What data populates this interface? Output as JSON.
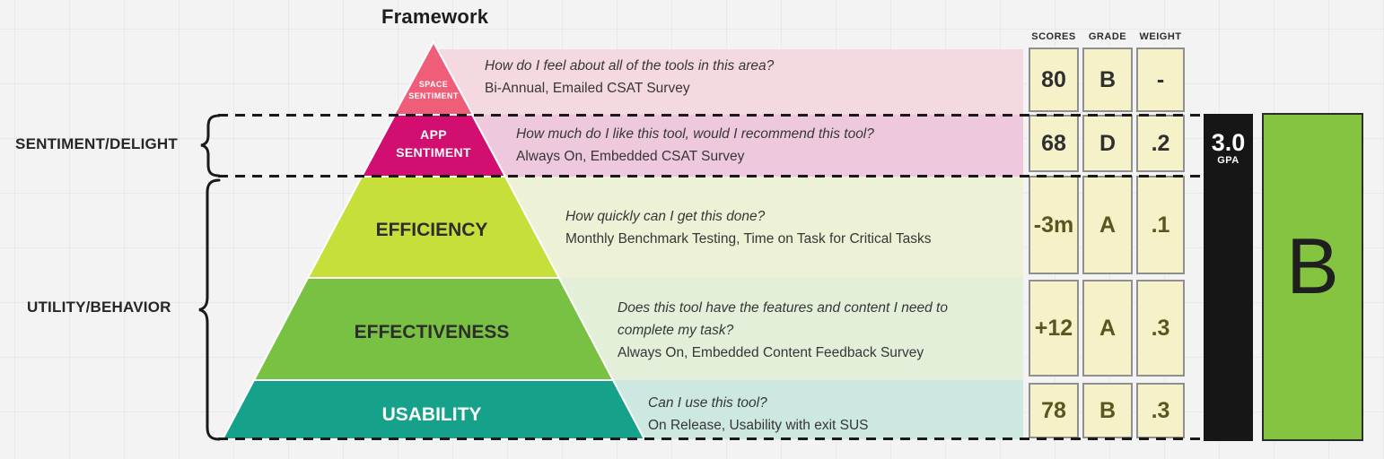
{
  "title": "Framework",
  "sections": [
    {
      "label": "SENTIMENT/DELIGHT"
    },
    {
      "label": "UTILITY/BEHAVIOR"
    }
  ],
  "pyramid": {
    "levels": [
      {
        "label": "SPACE SENTIMENT",
        "question": "How do I feel about all of the tools in this area?",
        "method": "Bi-Annual, Emailed CSAT Survey",
        "score": "80",
        "grade": "B",
        "weight": "-",
        "fill": "#ef5d79",
        "band": "#f5d9e0",
        "label_color": "#ffffff",
        "text_color": "#2f2f2f"
      },
      {
        "label": "APP SENTIMENT",
        "question": "How much do I like this tool, would I recommend this tool?",
        "method": "Always On, Embedded CSAT Survey",
        "score": "68",
        "grade": "D",
        "weight": ".2",
        "fill": "#d20f70",
        "band": "#eec9dd",
        "label_color": "#ffffff",
        "text_color": "#2f2f2f"
      },
      {
        "label": "EFFICIENCY",
        "question": "How quickly can I get this done?",
        "method": "Monthly Benchmark Testing, Time on Task for Critical Tasks",
        "score": "-3m",
        "grade": "A",
        "weight": ".1",
        "fill": "#c6df3a",
        "band": "#edf2d7",
        "label_color": "#2d2d2d",
        "text_color": "#5b561f"
      },
      {
        "label": "EFFECTIVENESS",
        "question": "Does this tool have the features and content I need to complete my task?",
        "method": "Always On, Embedded Content Feedback Survey",
        "score": "+12",
        "grade": "A",
        "weight": ".3",
        "fill": "#79c143",
        "band": "#e3efd8",
        "label_color": "#2d2d2d",
        "text_color": "#5b561f"
      },
      {
        "label": "USABILITY",
        "question": "Can I use this tool?",
        "method": "On Release, Usability with exit SUS",
        "score": "78",
        "grade": "B",
        "weight": ".3",
        "fill": "#16a18a",
        "band": "#cde8e0",
        "label_color": "#ffffff",
        "text_color": "#5b561f"
      }
    ]
  },
  "table": {
    "headers": [
      "SCORES",
      "GRADE",
      "WEIGHT"
    ]
  },
  "summary": {
    "gpa": "3.0",
    "gpa_label": "GPA",
    "grade": "B",
    "gpa_bar_color": "#161616",
    "grade_box_color": "#85c441"
  }
}
